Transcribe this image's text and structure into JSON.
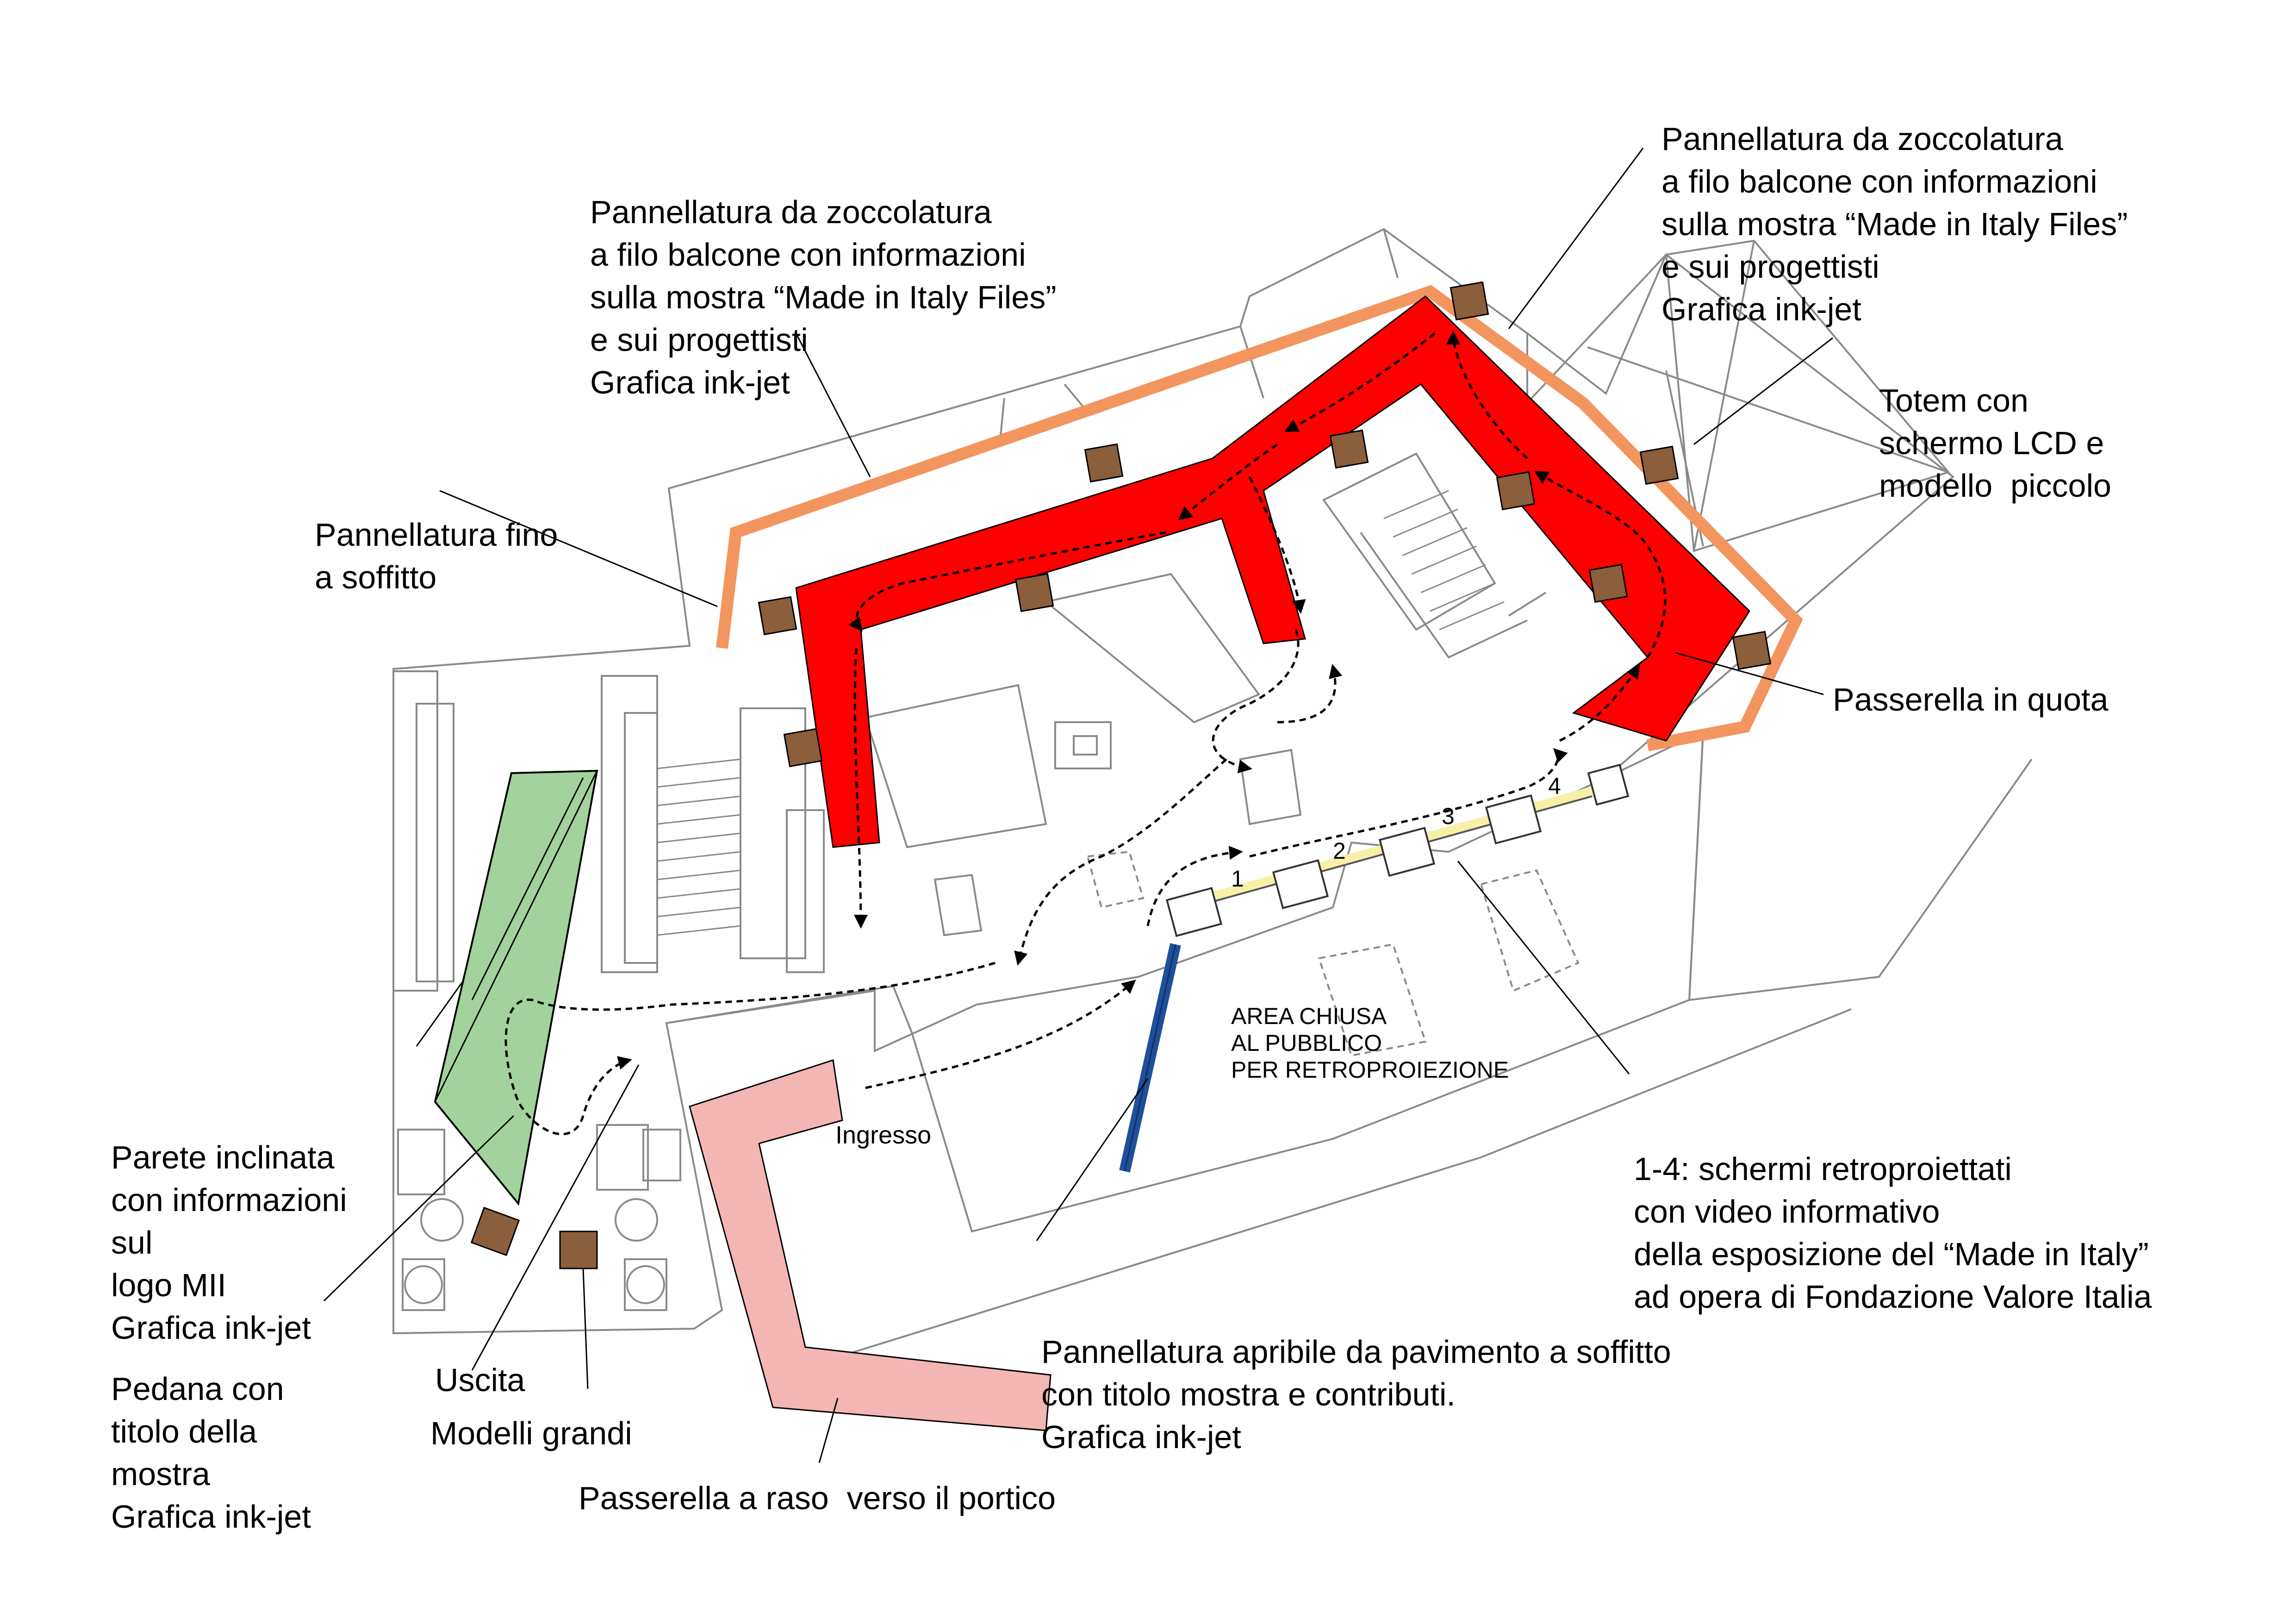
{
  "labels": {
    "zoccolatura_left": [
      "Pannellatura da zoccolatura",
      "a filo balcone con informazioni",
      "sulla mostra “Made in Italy Files”",
      "e sui progettisti",
      "Grafica ink-jet"
    ],
    "zoccolatura_right": [
      "Pannellatura da zoccolatura",
      "a filo balcone con informazioni",
      "sulla mostra “Made in Italy Files”",
      "e sui progettisti",
      "Grafica ink-jet"
    ],
    "soffitto": [
      "Pannellatura fino",
      "a soffitto"
    ],
    "totem": [
      "Totem con",
      "schermo LCD e",
      "modello  piccolo"
    ],
    "passerella_quota": "Passerella in quota",
    "parete": [
      "Parete inclinata",
      "con informazioni",
      "sul",
      "logo MII",
      "Grafica ink-jet"
    ],
    "pedana": [
      "Pedana con",
      "titolo della",
      "mostra",
      "Grafica ink-jet"
    ],
    "uscita": "Uscita",
    "modelli": "Modelli grandi",
    "ingresso": "Ingresso",
    "area_chiusa": [
      "AREA CHIUSA",
      "AL PUBBLICO",
      "PER RETROPROIEZIONE"
    ],
    "schermi": [
      "1-4: schermi retroproiettati",
      "con video informativo",
      "della esposizione del “Made in Italy”",
      "ad opera di Fondazione Valore Italia"
    ],
    "apribile": [
      "Pannellatura apribile da pavimento a soffitto",
      "con titolo mostra e contributi.",
      "Grafica ink-jet"
    ],
    "passerella_raso": "Passerella a raso  verso il portico",
    "screen_numbers": [
      "1",
      "2",
      "3",
      "4"
    ]
  },
  "colors": {
    "walkway_raised": "#ff0000",
    "ceiling_panel": "#f2955f",
    "inclined_wall": "#a3d39c",
    "ground_walkway": "#f4b5b5",
    "opening_panel": "#1e4f9c",
    "model_box": "#8b5e3c",
    "screen_strip": "#f7f0a8",
    "plan_lines": "#8a8a8a"
  }
}
